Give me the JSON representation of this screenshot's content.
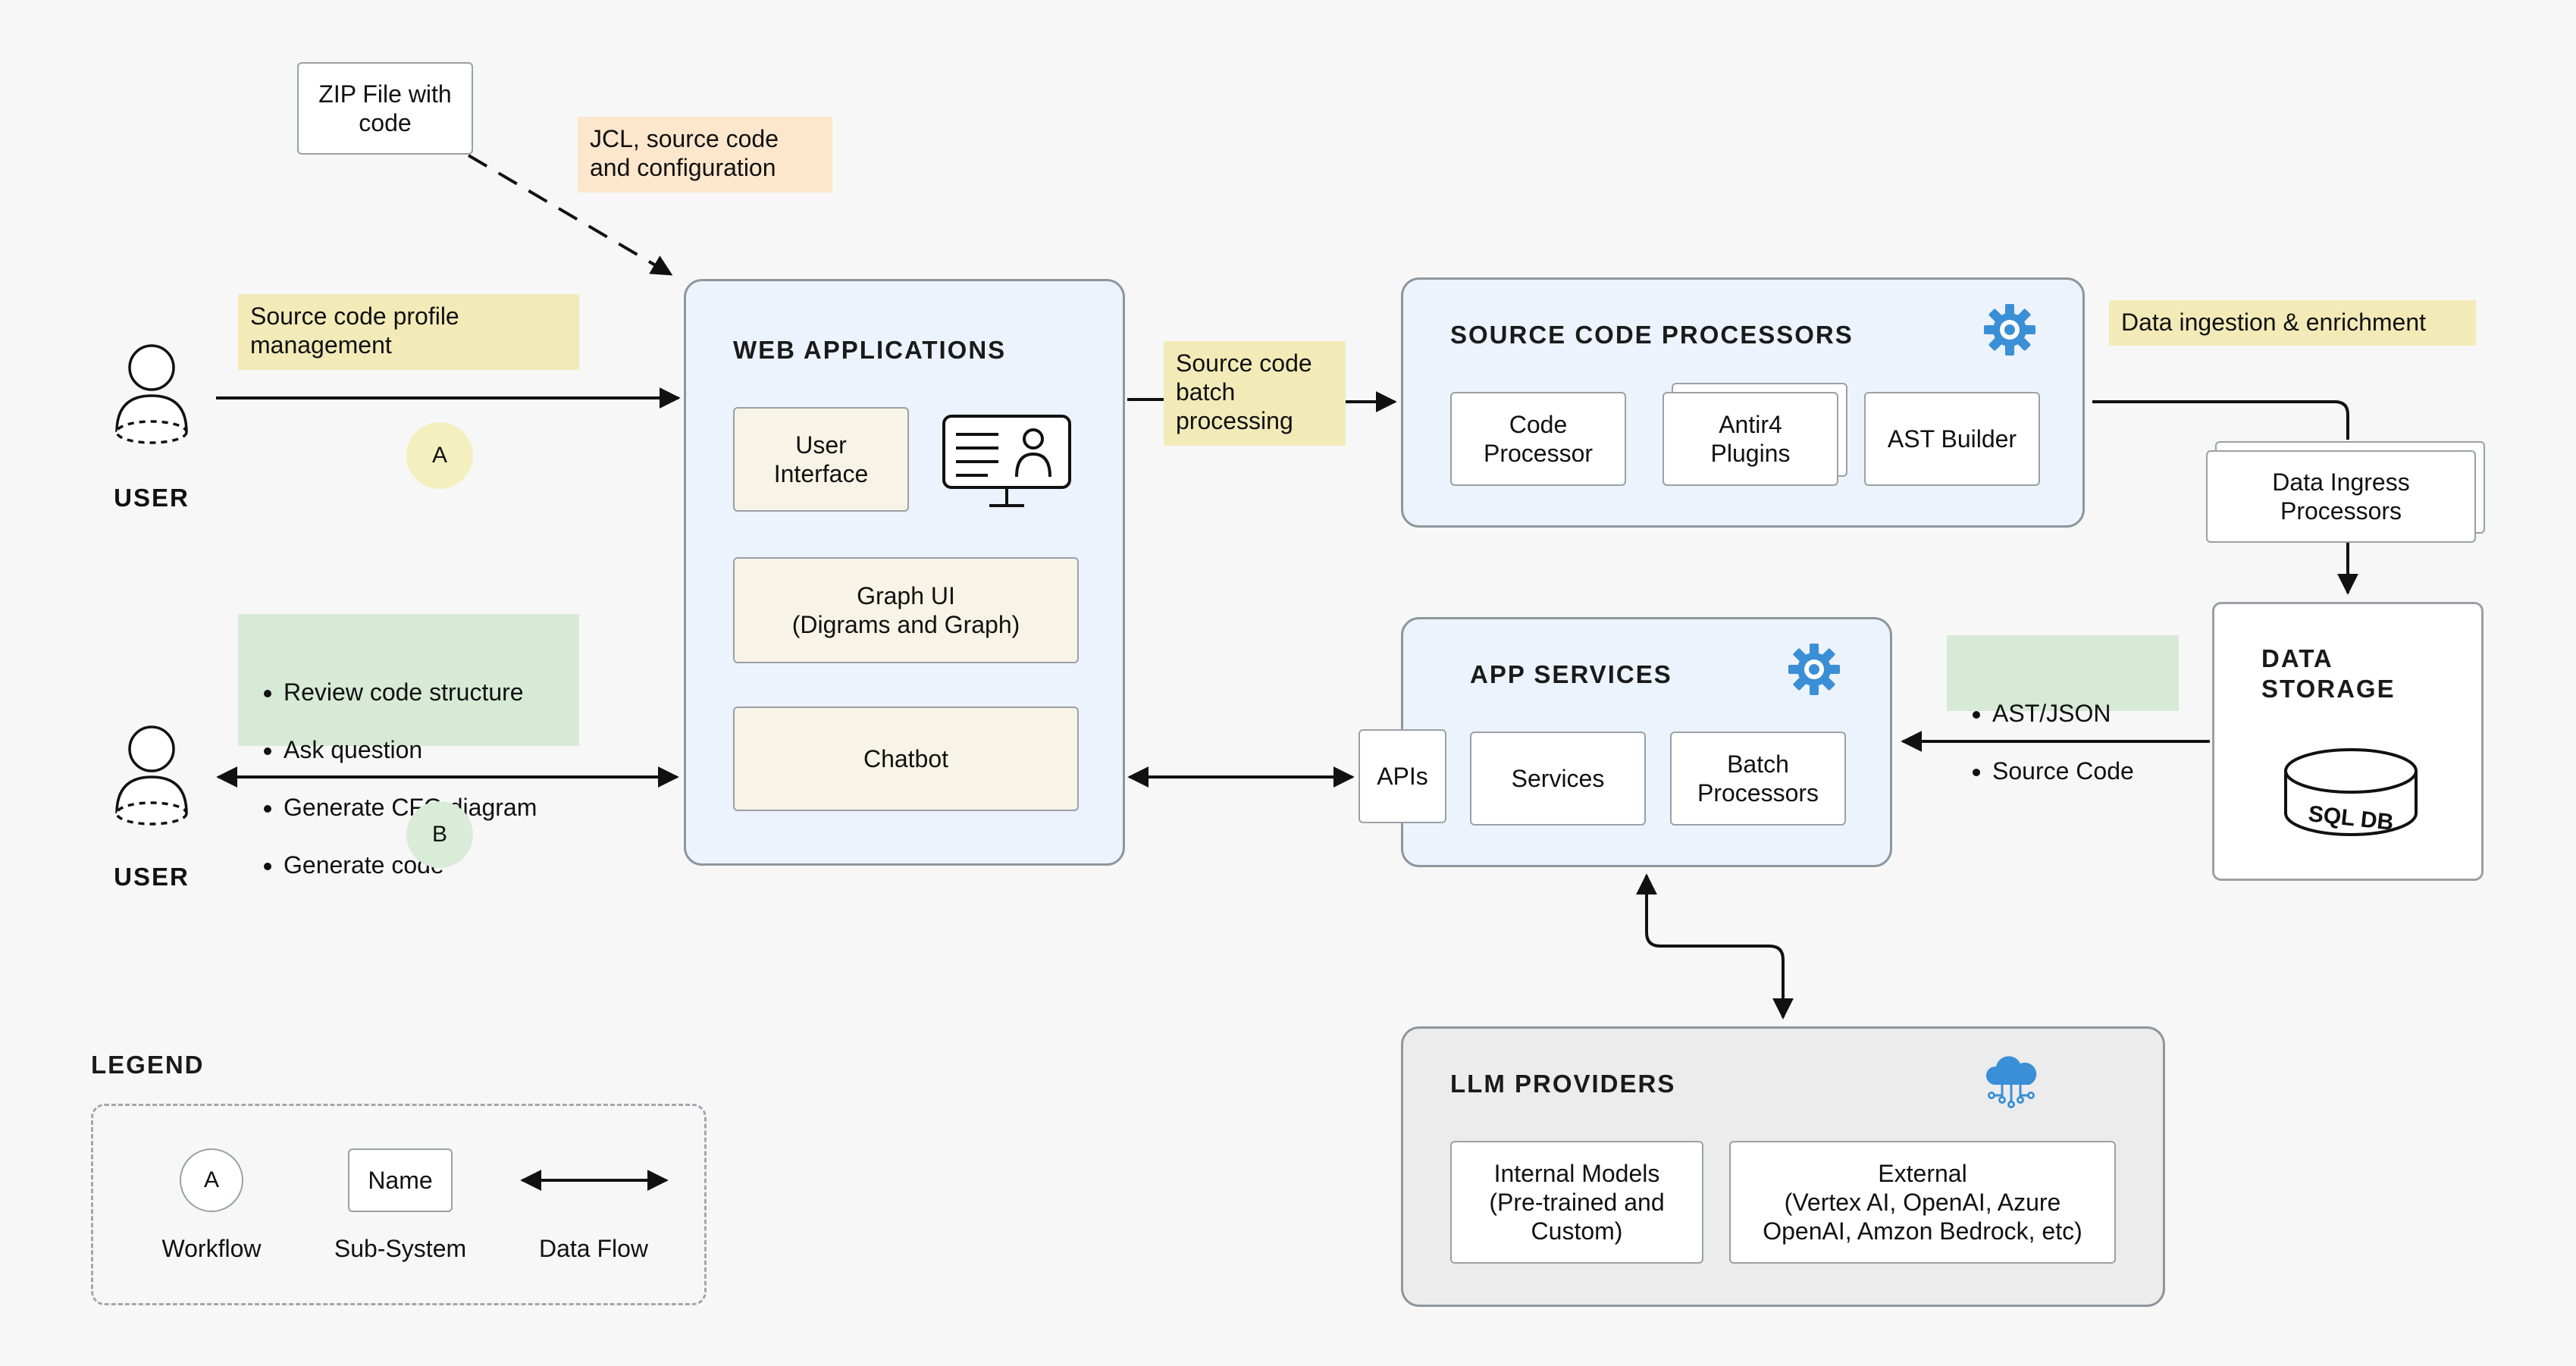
{
  "zip_file": {
    "label": "ZIP File with\ncode"
  },
  "notes": {
    "jcl": "JCL, source code\nand configuration",
    "profile": "Source code profile\nmanagement",
    "batch": "Source code\nbatch\nprocessing",
    "ingestion": "Data ingestion & enrichment",
    "workflow_b": [
      "Review code structure",
      "Ask question",
      "Generate CFG diagram",
      "Generate code"
    ],
    "ast": [
      "AST/JSON",
      "Source Code"
    ]
  },
  "users": [
    {
      "label": "USER",
      "workflow": "A"
    },
    {
      "label": "USER",
      "workflow": "B"
    }
  ],
  "web_applications": {
    "title": "WEB APPLICATIONS",
    "user_interface": "User\nInterface",
    "graph_ui": "Graph UI\n(Digrams and Graph)",
    "chatbot": "Chatbot"
  },
  "source_code_processors": {
    "title": "SOURCE CODE PROCESSORS",
    "items": [
      "Code\nProcessor",
      "Antir4\nPlugins",
      "AST Builder"
    ]
  },
  "data_ingress": {
    "label": "Data Ingress\nProcessors"
  },
  "data_storage": {
    "title": "DATA\nSTORAGE",
    "db_label": "SQL DB"
  },
  "app_services": {
    "title": "APP SERVICES",
    "apis": "APIs",
    "services": "Services",
    "batch": "Batch\nProcessors"
  },
  "llm_providers": {
    "title": "LLM PROVIDERS",
    "internal": "Internal Models\n(Pre-trained and\nCustom)",
    "external": "External\n(Vertex AI, OpenAI, Azure\nOpenAI, Amzon Bedrock, etc)"
  },
  "legend": {
    "title": "LEGEND",
    "workflow_symbol": "A",
    "workflow": "Workflow",
    "subsystem_symbol": "Name",
    "subsystem": "Sub-System",
    "dataflow": "Data Flow"
  },
  "colors": {
    "group_fill": "#edf3fc",
    "cream_box": "#f7f3e6",
    "note_yellow": "#f2ebb8",
    "note_orange": "#fde7cc",
    "note_green": "#d7ead6",
    "gear_blue": "#3a8fd6"
  },
  "icons": [
    "user-icon",
    "monitor-user-icon",
    "gear-icon",
    "database-icon",
    "cloud-network-icon"
  ]
}
